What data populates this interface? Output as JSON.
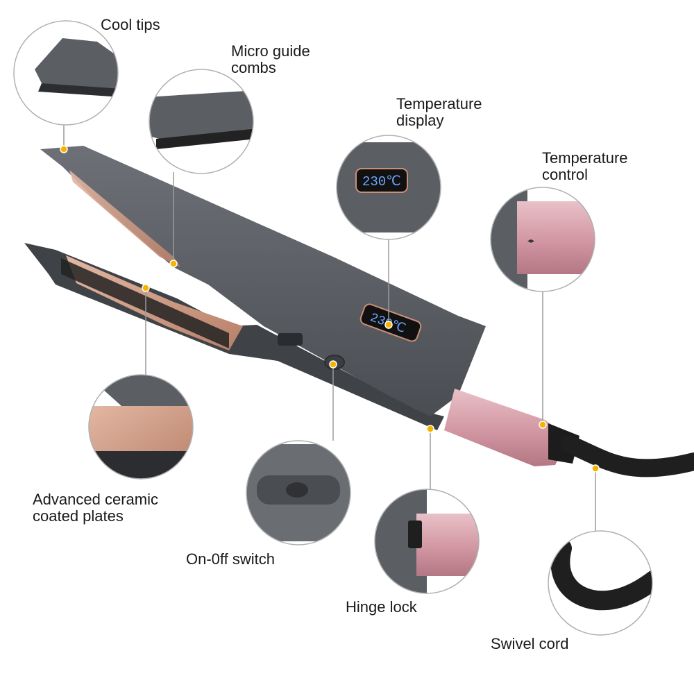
{
  "callouts": [
    {
      "id": "cool-tips",
      "text": "Cool tips"
    },
    {
      "id": "micro-guide-combs",
      "text": "Micro guide\ncombs"
    },
    {
      "id": "temperature-display",
      "text": "Temperature\ndisplay"
    },
    {
      "id": "temperature-control",
      "text": "Temperature\ncontrol"
    },
    {
      "id": "ceramic-plates",
      "text": "Advanced ceramic\ncoated plates"
    },
    {
      "id": "on-off-switch",
      "text": "On-0ff switch"
    },
    {
      "id": "hinge-lock",
      "text": "Hinge lock"
    },
    {
      "id": "swivel-cord",
      "text": "Swivel cord"
    }
  ],
  "display": {
    "reading": "230℃"
  },
  "colors": {
    "body": "#595d63",
    "body_dark": "#3f4246",
    "rose_gold": "#d49aa5",
    "plate": "#c98f78",
    "dot": "#f5b400",
    "leader": "#9a9a9a",
    "display_digits": "#6fa8ff"
  }
}
